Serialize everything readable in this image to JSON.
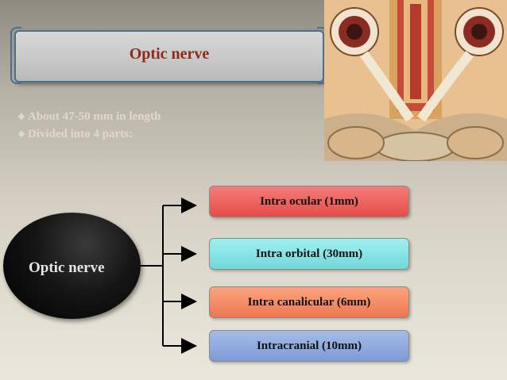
{
  "slide": {
    "title": "Optic nerve",
    "bullets": [
      "About 47-50 mm in length",
      "Divided into 4 parts:"
    ],
    "diagram": {
      "root": "Optic nerve",
      "parts": [
        "Intra ocular (1mm)",
        "Intra orbital (30mm)",
        "Intra canalicular (6mm)",
        "Intracranial (10mm)"
      ]
    },
    "image": {
      "subject": "orbit-anatomy-section"
    }
  }
}
